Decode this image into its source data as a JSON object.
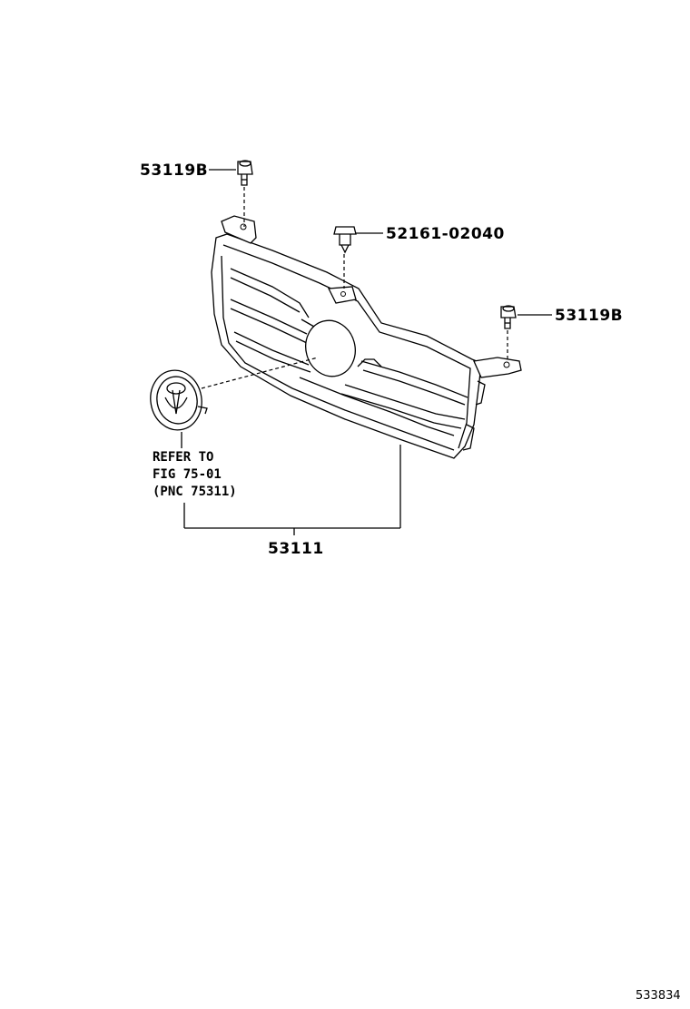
{
  "labels": {
    "bolt_left": "53119B",
    "clip": "52161-02040",
    "bolt_right": "53119B",
    "grille": "53111"
  },
  "emblem_note": {
    "line1": "REFER TO",
    "line2": "FIG 75-01",
    "line3": "(PNC 75311)"
  },
  "figure_number": "533834"
}
